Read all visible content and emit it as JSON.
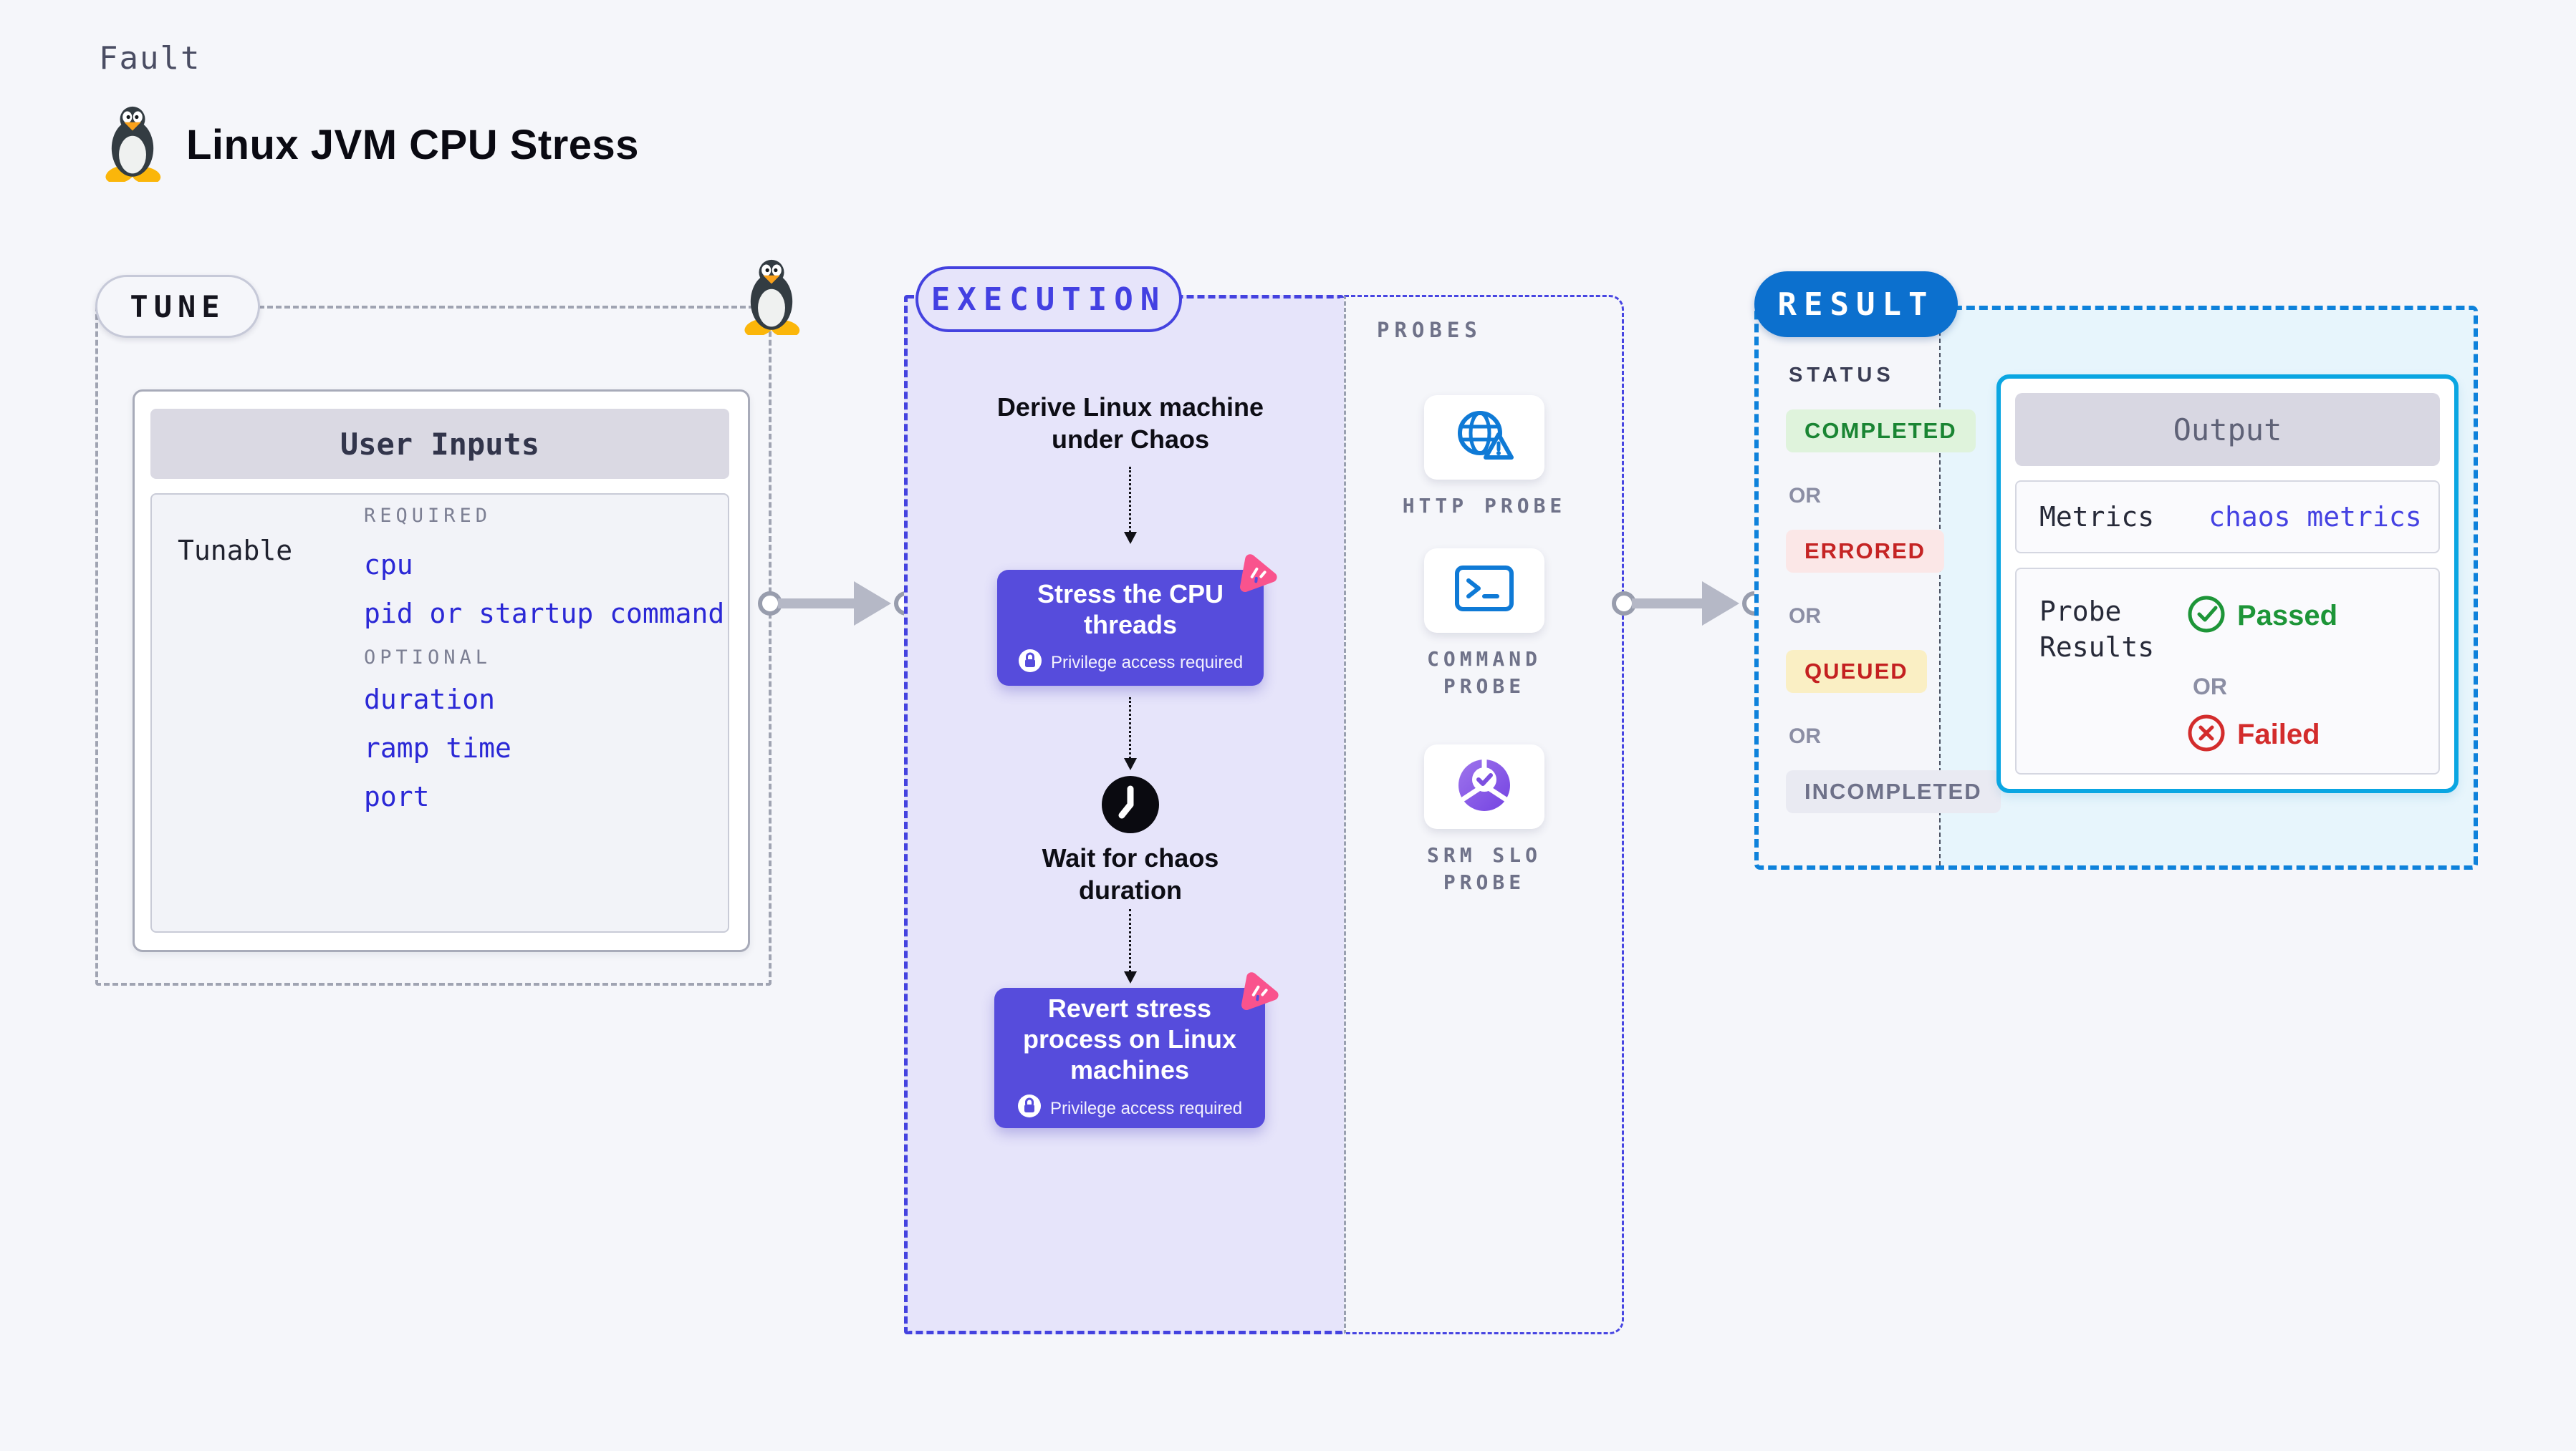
{
  "header": {
    "eyebrow": "Fault",
    "title": "Linux JVM CPU Stress",
    "icon": "tux-penguin-icon"
  },
  "tune": {
    "badge": "TUNE",
    "user_inputs": {
      "header": "User Inputs",
      "row_label": "Tunable",
      "required_label": "REQUIRED",
      "required_items": [
        "cpu",
        "pid or startup command"
      ],
      "optional_label": "OPTIONAL",
      "optional_items": [
        "duration",
        "ramp time",
        "port"
      ]
    }
  },
  "execution": {
    "badge": "EXECUTION",
    "step1": "Derive Linux machine under Chaos",
    "action1": "Stress the CPU threads",
    "privilege_note": "Privilege access required",
    "wait_step": "Wait for chaos duration",
    "action2": "Revert stress process on Linux machines"
  },
  "probes": {
    "label": "PROBES",
    "items": [
      {
        "label": "HTTP PROBE",
        "icon": "globe-warning-icon"
      },
      {
        "label": "COMMAND PROBE",
        "icon": "terminal-icon"
      },
      {
        "label": "SRM SLO PROBE",
        "icon": "slo-donut-icon"
      }
    ]
  },
  "result": {
    "badge": "RESULT",
    "status_label": "STATUS",
    "or_label": "OR",
    "statuses": [
      {
        "label": "COMPLETED",
        "fg": "#1A8533",
        "bg": "#DFF3DC"
      },
      {
        "label": "ERRORED",
        "fg": "#C52424",
        "bg": "#FBE7E7"
      },
      {
        "label": "QUEUED",
        "fg": "#C42020",
        "bg": "#FAEFC4"
      },
      {
        "label": "INCOMPLETED",
        "fg": "#6E7189",
        "bg": "#E9EAF2"
      }
    ],
    "output": {
      "header": "Output",
      "metrics_label": "Metrics",
      "metrics_value": "chaos metrics",
      "probe_results_label": "Probe Results",
      "passed_label": "Passed",
      "or_label": "OR",
      "failed_label": "Failed"
    }
  },
  "colors": {
    "page_bg": "#F5F6FA",
    "indigo_accent": "#4442DF",
    "indigo_action_box": "#564CDC",
    "lavender_bg": "#E6E4FA",
    "result_pill_blue": "#0C70CE",
    "result_dash_blue": "#0E82DB",
    "output_border_cyan": "#0AA6E2",
    "cyan_bg": "#E7F5FC",
    "input_link_blue": "#2B28D6",
    "pink_chaos_badge": "#F9538D",
    "probe_icon_blue": "#0F7AD6",
    "slo_purple": "#8456E6",
    "passed_green": "#1D9538",
    "failed_red": "#D32C2C"
  }
}
